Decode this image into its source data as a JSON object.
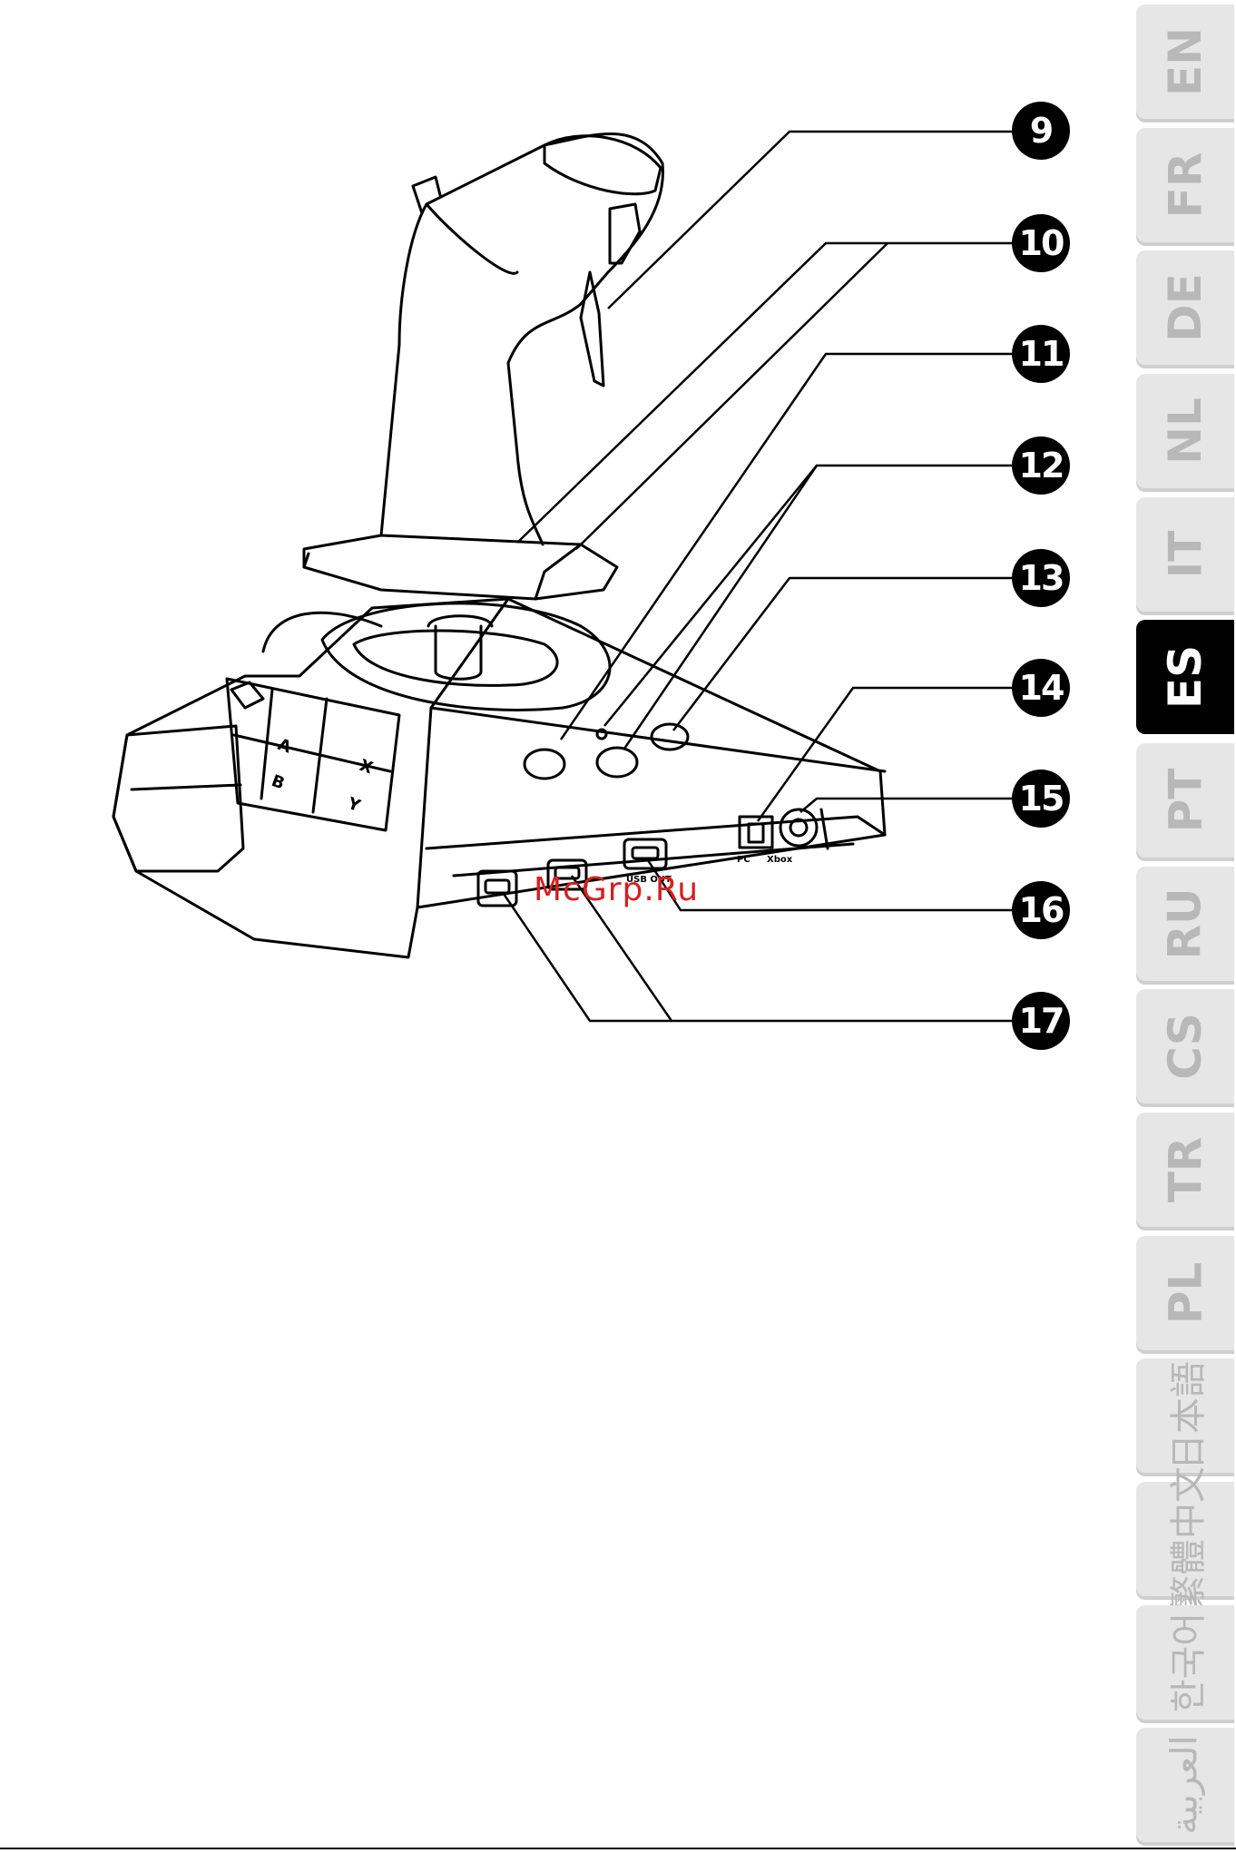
{
  "callouts": [
    "9",
    "10",
    "11",
    "12",
    "13",
    "14",
    "15",
    "16",
    "17"
  ],
  "device_labels": {
    "a": "A",
    "b": "B",
    "x": "X",
    "y": "Y",
    "usb_out": "USB OUT",
    "pc": "PC",
    "xbox": "Xbox"
  },
  "watermark": "McGrp.Ru",
  "language_tabs": [
    {
      "label": "EN",
      "active": false
    },
    {
      "label": "FR",
      "active": false
    },
    {
      "label": "DE",
      "active": false
    },
    {
      "label": "NL",
      "active": false
    },
    {
      "label": "IT",
      "active": false
    },
    {
      "label": "ES",
      "active": true
    },
    {
      "label": "PT",
      "active": false
    },
    {
      "label": "RU",
      "active": false
    },
    {
      "label": "CS",
      "active": false
    },
    {
      "label": "TR",
      "active": false
    },
    {
      "label": "PL",
      "active": false
    },
    {
      "label": "日本語",
      "active": false
    },
    {
      "label": "繁體中文",
      "active": false
    },
    {
      "label": "한국어",
      "active": false
    },
    {
      "label": "العربية",
      "active": false
    }
  ],
  "colors": {
    "active_tab": "#000000",
    "inactive_tab": "#e6e6e6",
    "watermark": "#d42020"
  }
}
